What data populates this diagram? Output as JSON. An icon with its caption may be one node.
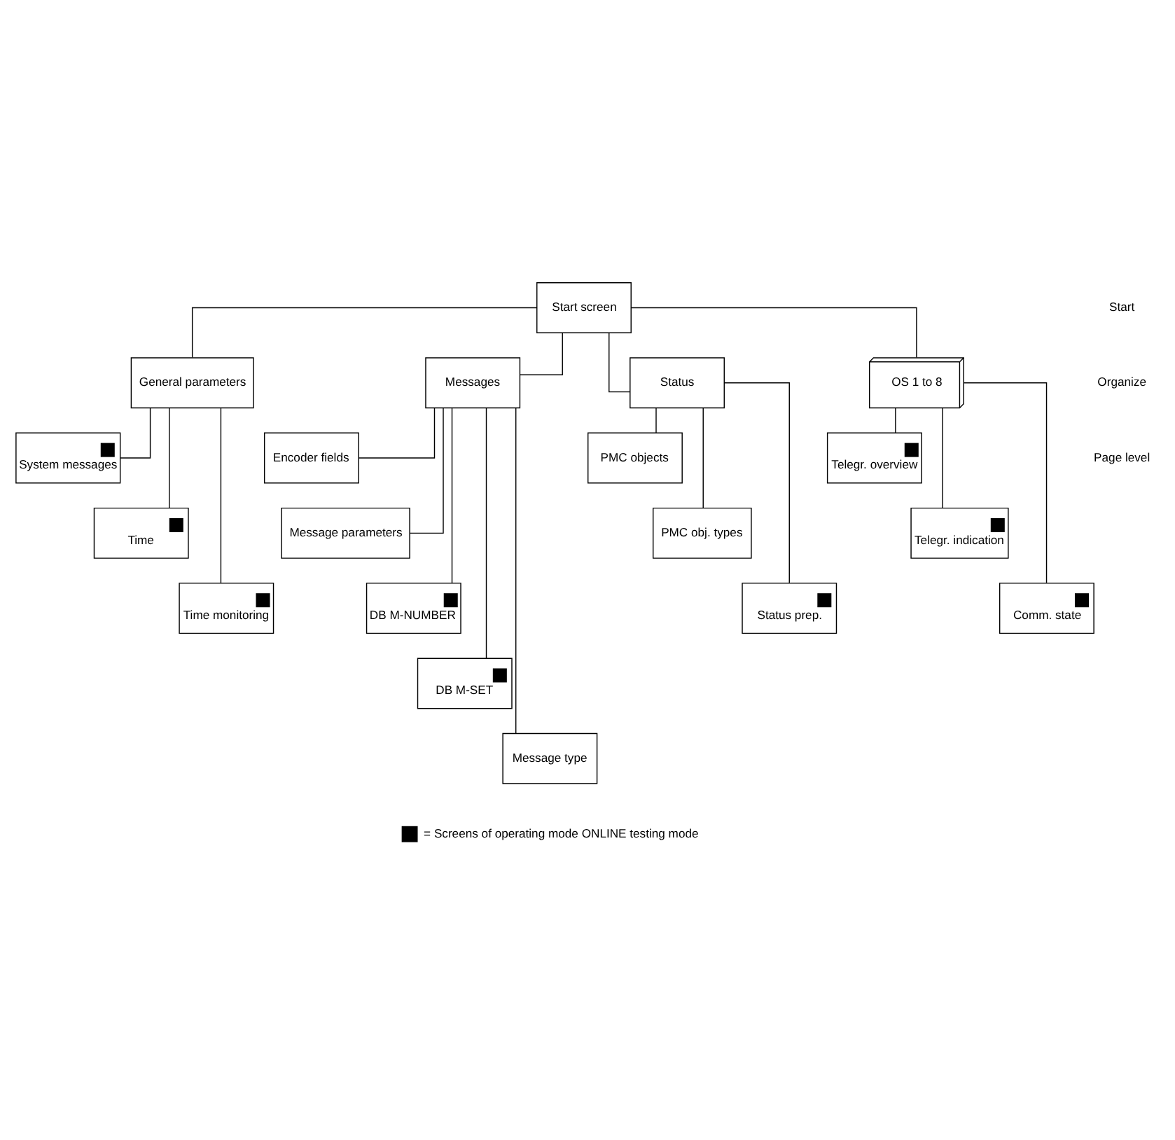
{
  "diagram": {
    "nodes": [
      {
        "text": [
          "Start screen"
        ]
      },
      {
        "text": [
          "General parameters"
        ]
      },
      {
        "text": [
          "Messages"
        ]
      },
      {
        "text": [
          "Status"
        ]
      },
      {
        "text": [
          "OS 1 to 8"
        ]
      },
      {
        "text": [
          "System messages"
        ]
      },
      {
        "text": [
          "Time"
        ]
      },
      {
        "text": [
          "Time monitoring"
        ]
      },
      {
        "text": [
          "Encoder fields"
        ]
      },
      {
        "text": [
          "Message parameters"
        ]
      },
      {
        "text": [
          "DB M-NUMBER"
        ]
      },
      {
        "text": [
          "DB M-SET"
        ]
      },
      {
        "text": [
          "Message type"
        ]
      },
      {
        "text": [
          "PMC objects"
        ]
      },
      {
        "text": [
          "PMC obj. types"
        ]
      },
      {
        "text": [
          "Status prep."
        ]
      },
      {
        "text": [
          "Telegr. overview"
        ]
      },
      {
        "text": [
          "Telegr. indication"
        ]
      },
      {
        "text": [
          "Comm. state"
        ]
      }
    ],
    "edges": [
      {
        "from": 0,
        "to": 1,
        "arrow": "none"
      },
      {
        "from": 0,
        "to": 2,
        "arrow": "none"
      },
      {
        "from": 0,
        "to": 3,
        "arrow": "none"
      },
      {
        "from": 0,
        "to": 4,
        "arrow": "none"
      },
      {
        "from": 1,
        "to": 5,
        "arrow": "none"
      },
      {
        "from": 1,
        "to": 6,
        "arrow": "none"
      },
      {
        "from": 1,
        "to": 7,
        "arrow": "none"
      },
      {
        "from": 2,
        "to": 8,
        "arrow": "none"
      },
      {
        "from": 2,
        "to": 9,
        "arrow": "none"
      },
      {
        "from": 2,
        "to": 10,
        "arrow": "none"
      },
      {
        "from": 2,
        "to": 11,
        "arrow": "none"
      },
      {
        "from": 2,
        "to": 12,
        "arrow": "none"
      },
      {
        "from": 3,
        "to": 13,
        "arrow": "none"
      },
      {
        "from": 3,
        "to": 14,
        "arrow": "none"
      },
      {
        "from": 3,
        "to": 15,
        "arrow": "none"
      },
      {
        "from": 4,
        "to": 16,
        "arrow": "none"
      },
      {
        "from": 4,
        "to": 17,
        "arrow": "none"
      },
      {
        "from": 4,
        "to": 18,
        "arrow": "none"
      }
    ],
    "labels": [
      "Start",
      "Organize",
      "Page level"
    ],
    "legend": [
      {
        "text": "= Screens of operating mode ONLINE testing mode",
        "color": "#000000"
      }
    ]
  }
}
